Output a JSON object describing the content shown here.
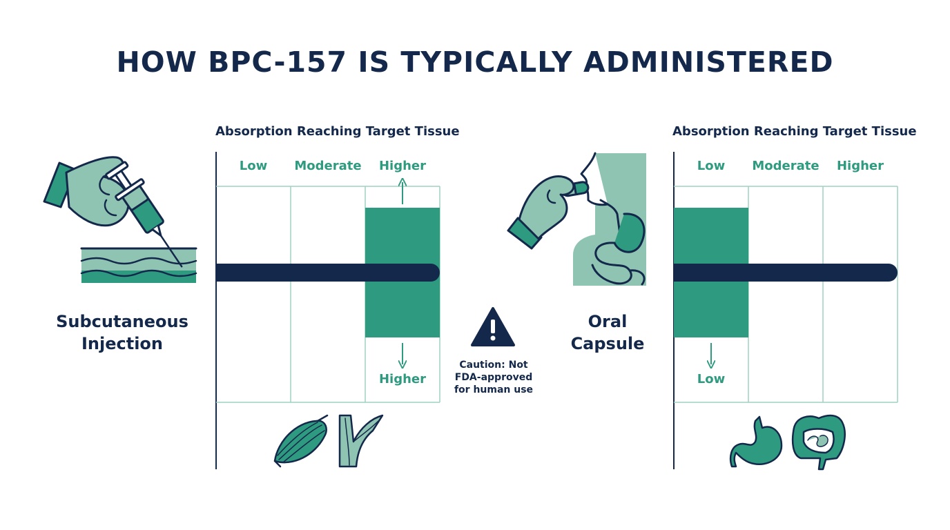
{
  "title": "HOW BPC-157 IS TYPICALLY ADMINISTERED",
  "colors": {
    "navy": "#13284a",
    "teal": "#2e9a80",
    "light_teal": "#8fc4b2",
    "grid": "#9fd0c0"
  },
  "caution": {
    "icon": "warning-triangle-icon",
    "lines": [
      "Caution: Not",
      "FDA-approved",
      "for human use"
    ]
  },
  "panels": [
    {
      "method_lines": [
        "Subcutaneous",
        "Injection"
      ],
      "method_icon": "syringe-injection-icon",
      "chart_title": "Absorption Reaching Target Tissue",
      "columns": [
        "Low",
        "Moderate",
        "Higher"
      ],
      "level": "Higher",
      "indicator_label": "Higher",
      "target_icons": [
        "muscle-icon",
        "tendon-icon"
      ]
    },
    {
      "method_lines": [
        "Oral",
        "Capsule"
      ],
      "method_icon": "oral-capsule-icon",
      "chart_title": "Absorption Reaching Target Tissue",
      "columns": [
        "Low",
        "Moderate",
        "Higher"
      ],
      "level": "Low",
      "indicator_label": "Low",
      "target_icons": [
        "stomach-icon",
        "intestine-icon"
      ]
    }
  ]
}
